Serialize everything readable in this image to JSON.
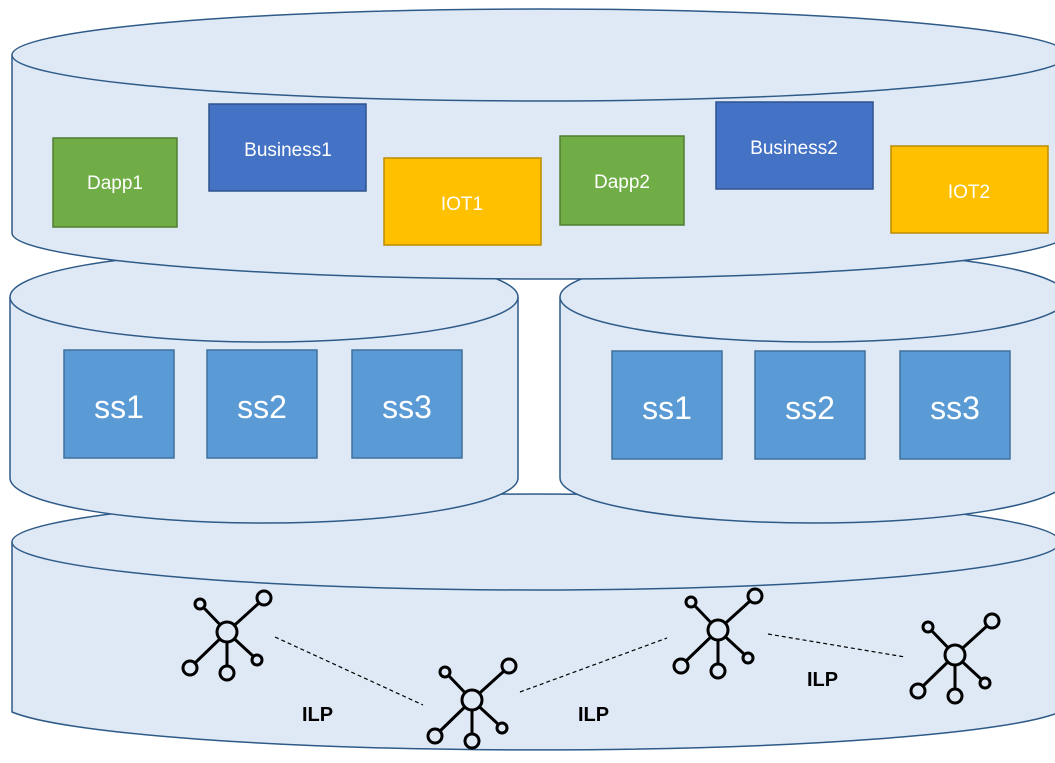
{
  "top_layer": {
    "apps": [
      {
        "label": "Dapp1",
        "color": "#70ad47",
        "border": "#507e32"
      },
      {
        "label": "Business1",
        "color": "#4472c4",
        "border": "#2f528f"
      },
      {
        "label": "IOT1",
        "color": "#ffc000",
        "border": "#bc8c00"
      },
      {
        "label": "Dapp2",
        "color": "#70ad47",
        "border": "#507e32"
      },
      {
        "label": "Business2",
        "color": "#4472c4",
        "border": "#2f528f"
      },
      {
        "label": "IOT2",
        "color": "#ffc000",
        "border": "#bc8c00"
      }
    ]
  },
  "middle_left": {
    "services": [
      {
        "label": "ss1"
      },
      {
        "label": "ss2"
      },
      {
        "label": "ss3"
      }
    ]
  },
  "middle_right": {
    "services": [
      {
        "label": "ss1"
      },
      {
        "label": "ss2"
      },
      {
        "label": "ss3"
      }
    ]
  },
  "bottom_layer": {
    "link_labels": [
      "ILP",
      "ILP",
      "ILP"
    ]
  },
  "colors": {
    "cylinder_fill": "#dfe9f5",
    "cylinder_stroke": "#2e5a88",
    "service_fill": "#5b9bd5",
    "service_border": "#41719c"
  }
}
